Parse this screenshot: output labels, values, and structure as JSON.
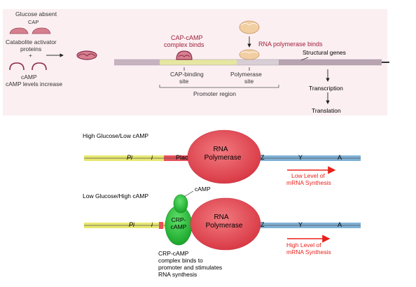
{
  "top_panel": {
    "glucose_absent": "Glucose absent",
    "cap": "CAP",
    "catabolite_activator": "Catabolite activator",
    "proteins": "proteins",
    "plus": "+",
    "camp": "cAMP",
    "camp_levels": "cAMP levels increase",
    "cap_camp_binds_1": "CAP-cAMP",
    "cap_camp_binds_2": "complex binds",
    "rna_pol_binds": "RNA polymerase binds",
    "structural_genes": "Structural genes",
    "cap_binding_1": "CAP-binding",
    "cap_binding_2": "site",
    "polymerase_1": "Polymerase",
    "polymerase_2": "site",
    "promoter_region": "Promoter region",
    "transcription": "Transcription",
    "translation": "Translation",
    "colors": {
      "panel_bg": "#fbeff2",
      "maroon": "#a0213a",
      "dna": "#c7b2c0"
    }
  },
  "bottom_panel": {
    "high_glucose_title": "High Glucose/Low cAMP",
    "low_glucose_title": "Low Glucose/High cAMP",
    "rna_polymerase_1": "RNA",
    "rna_polymerase_2": "Polymerase",
    "gene_labels": {
      "pi": "Pi",
      "i": "i",
      "plac": "Plac",
      "z": "Z",
      "y": "Y",
      "a": "A"
    },
    "camp_label": "cAMP",
    "crp_camp_1": "CRP-",
    "crp_camp_2": "cAMP",
    "low_level_1": "Low  Level of",
    "low_level_2": "mRNA Synthesis",
    "high_level_1": "High  Level of",
    "high_level_2": "mRNA Synthesis",
    "crp_caption_1": "CRP-cAMP",
    "crp_caption_2": "complex binds to",
    "crp_caption_3": "promoter and stimulates",
    "crp_caption_4": "RNA synthesis",
    "colors": {
      "yellow": "#e8e870",
      "blue": "#7fb1d6",
      "red_ellipse": "#e8505a",
      "green": "#28c03a",
      "arrow_red": "#e8201a"
    }
  }
}
